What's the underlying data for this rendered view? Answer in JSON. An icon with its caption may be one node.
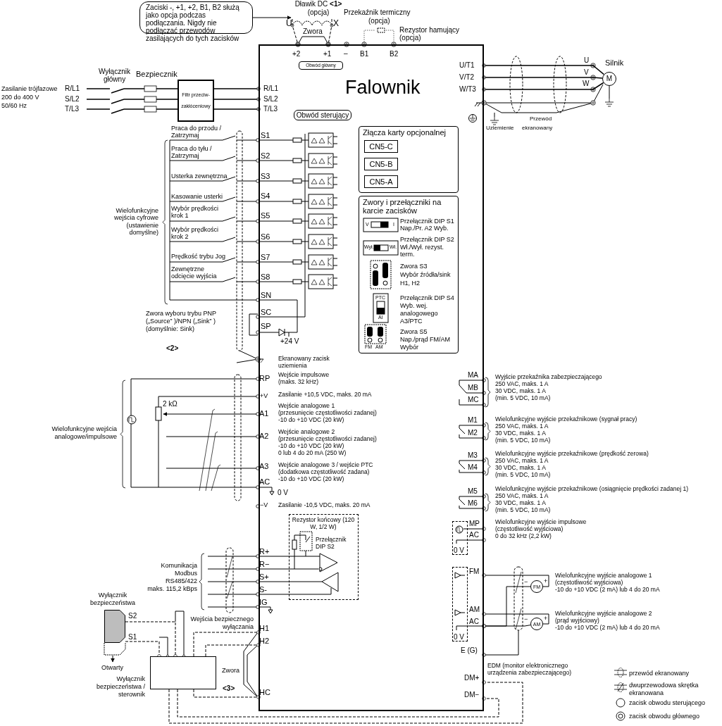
{
  "diagram": {
    "nodes": [
      {
        "text": [
          "Zaciski -, +1, +2, B1, B2 służą jako opcja podczas podłączania. Nigdy nie podłączać przewodów zasilających do tych zacisków"
        ]
      },
      {
        "text": [
          "Dławik DC **<1>** (opcja)"
        ]
      },
      {
        "text": [
          "Filtr przeciw-zakłóceniowy"
        ]
      },
      {
        "text": [
          "Falownik"
        ]
      },
      {
        "text": [
          "Obwód główny"
        ],
        "in": 3
      },
      {
        "text": [
          "Obwód sterujący"
        ],
        "in": 3
      },
      {
        "text": [
          "Złącza karty opcjonalnej"
        ],
        "in": 3
      },
      {
        "text": [
          "CN5-C"
        ],
        "in": 6
      },
      {
        "text": [
          "CN5-B"
        ],
        "in": 6
      },
      {
        "text": [
          "CN5-A"
        ],
        "in": 6
      },
      {
        "text": [
          "Zwory i przełączniki na karcie zacisków"
        ],
        "in": 3
      },
      {
        "text": [
          "Rezystor końcowy (120 W, 1/2 W)",
          "Przełącznik DIP S2"
        ],
        "in": 3
      },
      {
        "text": [
          "M"
        ],
        "beside": [
          "Silnik"
        ]
      },
      {
        "text": [],
        "shape": "box",
        "beside": [
          "Wyłącznik bezpieczeństwa"
        ]
      },
      {
        "text": [],
        "shape": "box",
        "beside": [
          "Wyłącznik bezpieczeństwa / sterownik",
          "Zwora",
          "<3>"
        ]
      },
      {
        "text": [
          "0 V"
        ],
        "in": 3
      },
      {
        "text": [
          "0 V"
        ],
        "in": 3
      },
      {
        "text": [
          "FM"
        ],
        "beside": [
          "Wielofunkcyjne wyjście analogowe 1",
          "(częstotliwość wyjściowa)",
          "-10 do +10 VDC (2 mA) lub 4 do 20 mA"
        ]
      },
      {
        "text": [
          "AM"
        ],
        "beside": [
          "Wielofunkcyjne wyjście analogowe 2",
          "(prąd wyjściowy)",
          "-10 do +10 VDC (2 mA) lub 4 do 20 mA"
        ]
      }
    ],
    "edges": [
      {
        "from": 0,
        "to": 1,
        "arrow": "to"
      },
      {
        "from": 2,
        "to": 3,
        "arrow": "other"
      },
      {
        "from": 2,
        "to": 3,
        "arrow": "other"
      },
      {
        "from": 2,
        "to": 3,
        "arrow": "other"
      },
      {
        "from": 12,
        "to": 3,
        "arrow": "other"
      },
      {
        "from": 12,
        "to": 3,
        "arrow": "other"
      },
      {
        "from": 12,
        "to": 3,
        "arrow": "other"
      },
      {
        "from": 13,
        "to": 14,
        "arrow": "other",
        "style": "dashed"
      },
      {
        "from": 13,
        "to": 14,
        "arrow": "other",
        "style": "dashed"
      },
      {
        "from": 14,
        "to": 3,
        "arrow": "other",
        "style": "dashed"
      },
      {
        "from": 14,
        "to": 3,
        "arrow": "other",
        "style": "dashed"
      },
      {
        "from": 14,
        "to": 3,
        "arrow": "other",
        "style": "dashed"
      },
      {
        "from": 14,
        "to": 3,
        "arrow": "other",
        "style": "dashed"
      },
      {
        "from": 14,
        "to": 3,
        "arrow": "other",
        "style": "dashed"
      },
      {
        "from": 17,
        "to": 3,
        "arrow": "other"
      },
      {
        "from": 18,
        "to": 3,
        "arrow": "other"
      },
      {
        "from": 1,
        "to": 3,
        "arrow": "other",
        "style": "dashed"
      },
      {
        "from": 1,
        "to": 3,
        "arrow": "other",
        "style": "dashed"
      },
      {
        "from": 15,
        "to": 3,
        "arrow": "other"
      },
      {
        "from": 15,
        "to": 3,
        "arrow": "other"
      },
      {
        "from": 16,
        "to": 3,
        "arrow": "other"
      },
      {
        "from": 18,
        "to": 3,
        "arrow": "other"
      },
      {
        "from": 17,
        "to": 3,
        "arrow": "other"
      }
    ],
    "labels": [
      "Przekaźnik termiczny",
      "U",
      "X",
      "(opcja)",
      "Zwora",
      "Rezystor hamujący",
      "(opcja)",
      "+2",
      "+1",
      "–",
      "B1",
      "B2",
      "Zasilanie trójfazowe",
      "200 do 400 V",
      "50/60 Hz",
      "Wyłącznik",
      "główny",
      "Bezpiecznik",
      "R/L1",
      "S/L2",
      "T/L3",
      "R/L1",
      "S/L2",
      "T/L3",
      "U/T1",
      "V/T2",
      "W/T3",
      "U",
      "V",
      "W",
      "Przewód",
      "Uziemienie",
      "ekranowany",
      "Praca do przodu / Zatrzymaj",
      "Praca do tyłu / Zatrzymaj",
      "Usterka zewnętrzna",
      "Kasowanie usterki",
      "Wybór prędkości krok 1",
      "Wybór prędkości krok 2",
      "Prędkość trybu Jog",
      "Zewnętrzne odcięcie wyjścia",
      "Wielofunkcyjne wejścia cyfrowe (ustawienie domyślne)",
      "S1",
      "S2",
      "S3",
      "S4",
      "S5",
      "S6",
      "S7",
      "S8",
      "SN",
      "SC",
      "SP",
      "Zwora wyboru trybu PNP",
      "(„Source” )/NPN („Sink” )",
      "(domyślnie: Sink)",
      "<2>",
      "+24 V",
      "V",
      "I",
      "Przełącznik DIP S1",
      "Nap./Pr. A2 Wyb.",
      "Wył.",
      "Wł.",
      "Przełącznik DIP S2",
      "Wł./Wył. rezyst.",
      "term.",
      "Zwora S3",
      "Wybór źródła/sink",
      "H1, H2",
      "PTC",
      "AI",
      "Przełącznik DIP S4",
      "Wyb. wej.",
      "analogowego",
      "A3/PTC",
      "FM",
      "AM",
      "Zwora S5",
      "Nap./prąd FM/AM",
      "Wybór",
      "Ekranowany zacisk",
      "uziemienia",
      "RP",
      "Wejście impulsowe",
      "(maks. 32 kHz)",
      "+V",
      "Zasilanie +10,5 VDC, maks. 20 mA",
      "A1",
      "Wejście analogowe 1",
      "(przesunięcie częstotliwości zadanej)",
      "-10 do +10 VDC (20 kW)",
      "A2",
      "Wejście analogowe 2",
      "(przesunięcie częstotliwości zadanej)",
      "-10 do +10 VDC (20 kW)",
      "0 lub 4 do 20 mA (250 W)",
      "A3",
      "Wejście analogowe 3 / wejście PTC",
      "(dodatkowa częstotliwość zadana)",
      "AC",
      "-10 do +10 VDC (20 kW)",
      "0 V",
      "−V",
      "Zasilanie -10,5 VDC, maks. 20 mA",
      "2 kΩ",
      "Wielofunkcyjne wejścia",
      "analogowe/impulsowe",
      "R+",
      "R−",
      "S+",
      "S-",
      "IG",
      "Komunikacja",
      "Modbus",
      "RS485/422",
      "maks. 115,2 kBps",
      "S2",
      "S1",
      "Otwarty",
      "Wejścia bezpiecznego",
      "wyłączania",
      "H1",
      "H2",
      "HC",
      "MA",
      "MB",
      "MC",
      "Wyjście przekaźnika zabezpieczającego",
      "250 VAC, maks. 1 A",
      "30 VDC, maks. 1 A",
      "(min. 5 VDC, 10 mA)",
      "M1",
      "M2",
      "Wielofunkcyjne wyjście przekaźnikowe (sygnał pracy)",
      "250 VAC, maks. 1 A",
      "30 VDC, maks. 1 A",
      "(min. 5 VDC, 10 mA)",
      "M3",
      "M4",
      "Wielofunkcyjne wyjście przekaźnikowe (prędkość zerowa)",
      "250 VAC, maks. 1 A",
      "30 VDC, maks. 1 A",
      "(min. 5 VDC, 10 mA)",
      "M5",
      "M6",
      "Wielofunkcyjne wyjście przekaźnikowe (osiągnięcie prędkości zadanej 1)",
      "250 VAC, maks. 1 A",
      "30 VDC, maks. 1 A",
      "(min. 5 VDC, 10 mA)",
      "MP",
      "AC",
      "Wielofunkcyjne wyjście impulsowe",
      "(częstotliwość wyjściowa)",
      "0 do 32 kHz (2,2 kW)",
      "FM",
      "AM",
      "AC",
      "E (G)",
      "DM+",
      "DM−",
      "EDM (monitor elektronicznego",
      "urządzenia zabezpieczającego)",
      "−",
      "+",
      "−",
      "+"
    ],
    "legend": [
      {
        "text": "przewód ekranowany"
      },
      {
        "text": "dwuprzewodowa skrętka ekranowana"
      },
      {
        "text": "zacisk obwodu sterującego"
      },
      {
        "text": "zacisk obwodu głównego"
      }
    ]
  }
}
